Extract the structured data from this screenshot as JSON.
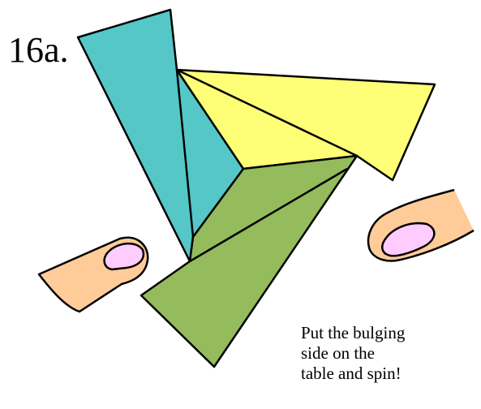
{
  "step_label": "16a.",
  "caption_lines": [
    "Put the bulging",
    "side on the",
    "table and spin!"
  ],
  "colors": {
    "teal_panel": "#55c7c7",
    "yellow_panel": "#ffff77",
    "green_panel": "#94bb5c",
    "skin": "#ffcc99",
    "nail": "#ffccff",
    "outline": "#000000"
  }
}
